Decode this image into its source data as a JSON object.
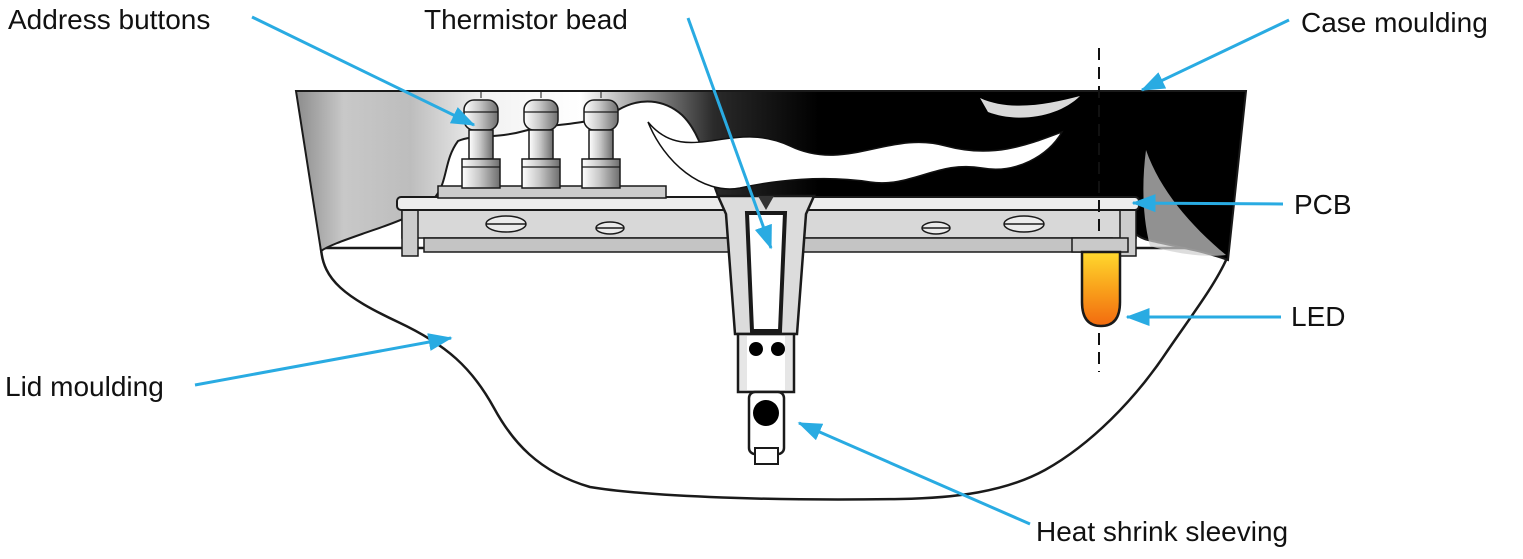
{
  "diagram": {
    "description": "Cutaway cross-section diagram of a detector device showing internal components",
    "labels": {
      "address_buttons": "Address buttons",
      "thermistor_bead": "Thermistor bead",
      "case_moulding": "Case moulding",
      "pcb": "PCB",
      "led": "LED",
      "lid_moulding": "Lid moulding",
      "heat_shrink_sleeving": "Heat shrink sleeving"
    }
  },
  "colors": {
    "arrow": "#29ABE2",
    "label_text": "#111111",
    "led_top": "#FFD92E",
    "led_mid": "#F9A11B",
    "led_bottom": "#F26A0F",
    "background": "#FFFFFF"
  }
}
